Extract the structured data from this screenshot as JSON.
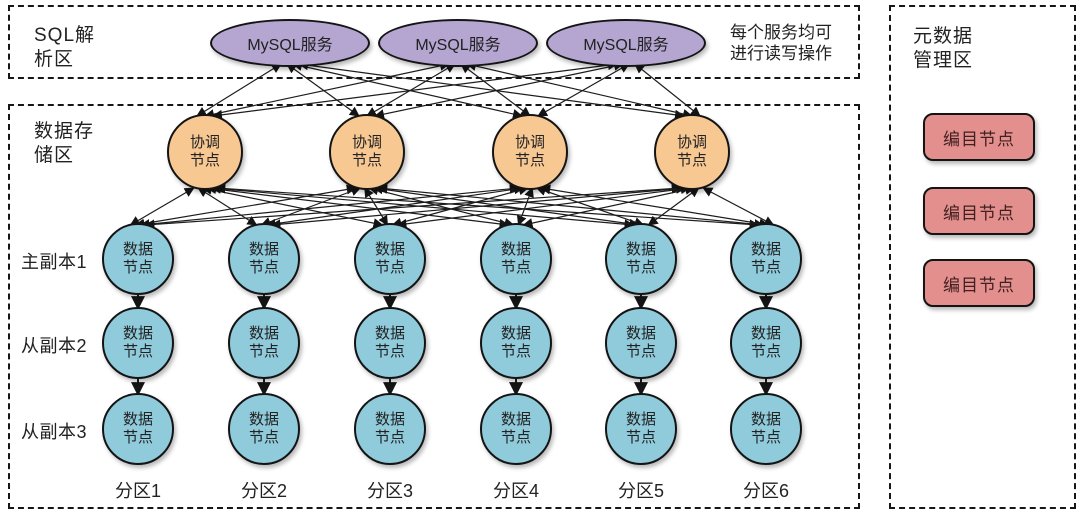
{
  "zones": {
    "sql": {
      "label": "SQL解析区",
      "note": "每个服务均可进行读写操作"
    },
    "storage": {
      "label": "数据存储区"
    },
    "meta": {
      "label": "元数据管理区"
    }
  },
  "nodes": {
    "mysql_label": "MySQL服务",
    "mysql_count": 3,
    "coordinator_label": "协调节点",
    "coordinator_count": 4,
    "data_label": "数据节点",
    "catalog_label": "编目节点",
    "catalog_count": 3
  },
  "rows": [
    "主副本1",
    "从副本2",
    "从副本3"
  ],
  "partitions": [
    "分区1",
    "分区2",
    "分区3",
    "分区4",
    "分区5",
    "分区6"
  ],
  "colors": {
    "mysql": "#b4a5d1",
    "coordinator": "#f8c893",
    "data": "#90cbdc",
    "catalog": "#e28f8d",
    "line": "#1d1d1d"
  }
}
